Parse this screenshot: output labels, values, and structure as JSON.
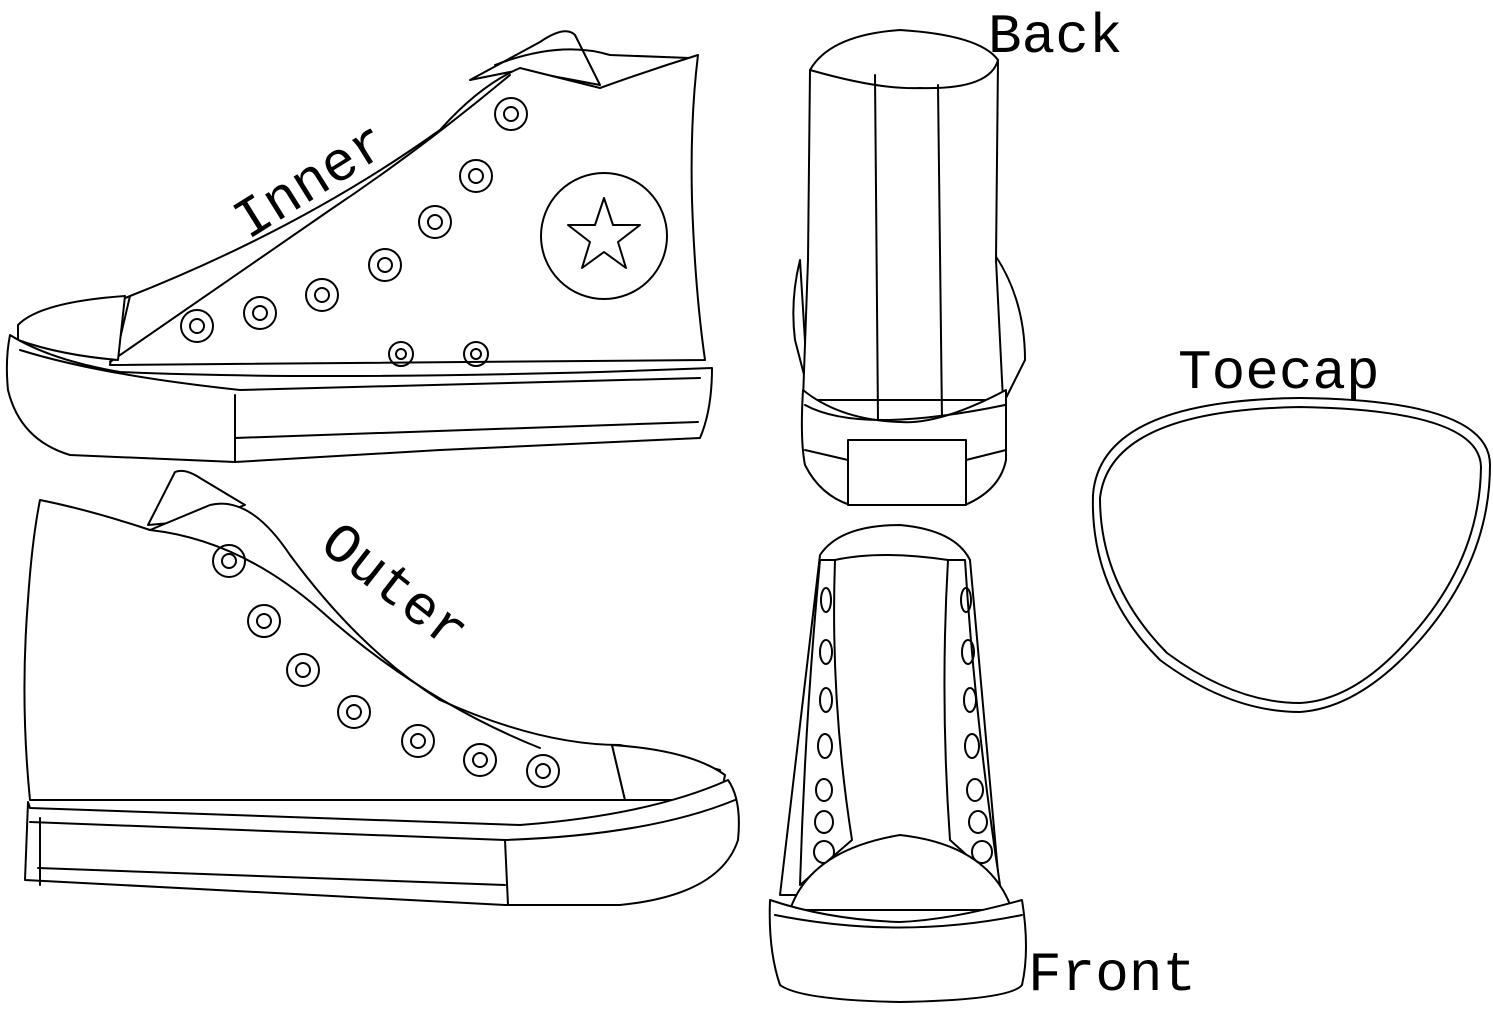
{
  "labels": {
    "inner": "Inner",
    "outer": "Outer",
    "back": "Back",
    "front": "Front",
    "toecap": "Toecap"
  },
  "colors": {
    "line": "#000000",
    "background": "#ffffff"
  }
}
